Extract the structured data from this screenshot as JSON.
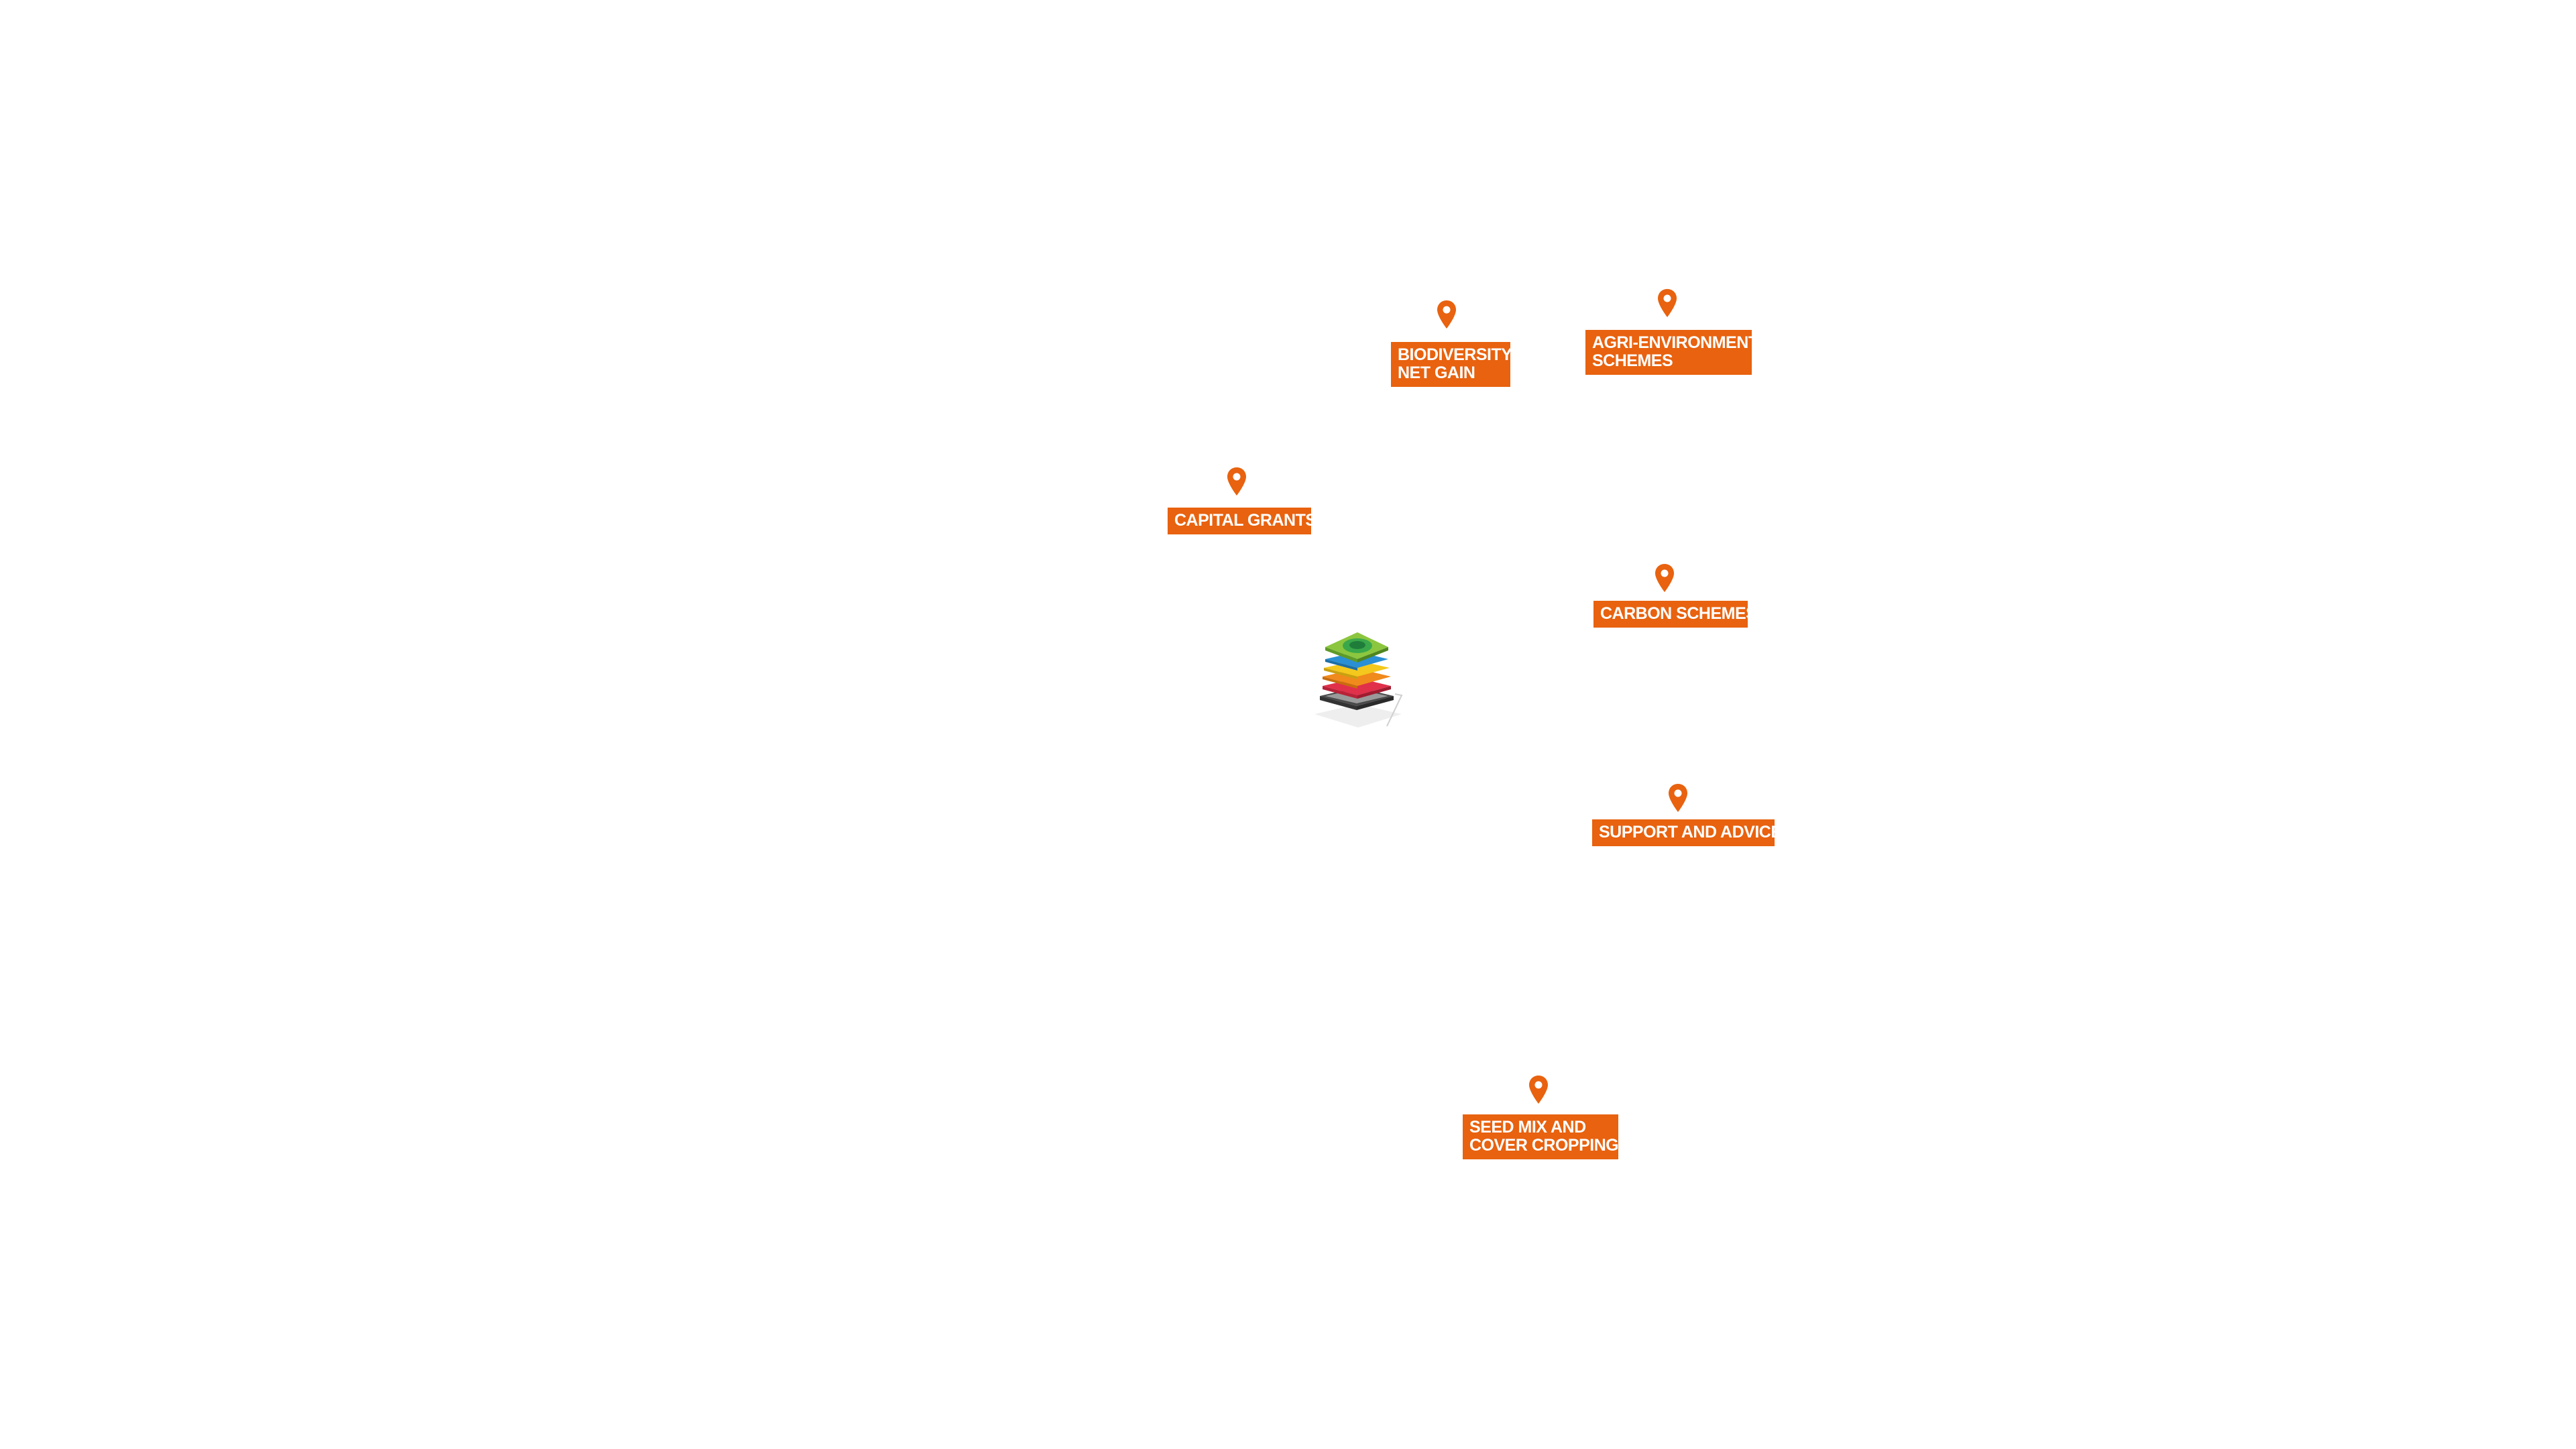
{
  "accent_color": "#e8620f",
  "center_icon": "layered-stack-icon",
  "pin_icon": "map-pin-icon",
  "hotspots": {
    "biodiversity": {
      "line1": "BIODIVERSITY",
      "line2": "NET GAIN"
    },
    "agri": {
      "line1": "AGRI-ENVIRONMENT",
      "line2": "SCHEMES"
    },
    "capital": {
      "line1": "CAPITAL GRANTS"
    },
    "carbon": {
      "line1": "CARBON SCHEMES"
    },
    "support": {
      "line1": "SUPPORT AND ADVICE"
    },
    "seed": {
      "line1": "SEED MIX AND",
      "line2": "COVER CROPPING"
    }
  }
}
